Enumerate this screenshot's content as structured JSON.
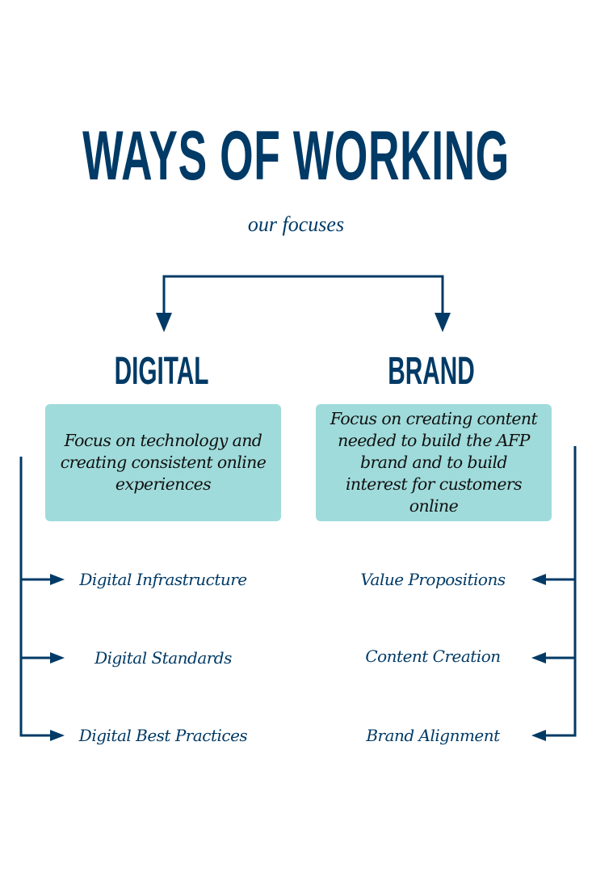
{
  "title": "WAYS OF WORKING",
  "subtitle": "our focuses",
  "colors": {
    "navy": "#003a66",
    "teal": "#a0dbdb"
  },
  "columns": [
    {
      "heading": "DIGITAL",
      "description": "Focus on technology and creating consistent online experiences",
      "items": [
        "Digital Infrastructure",
        "Digital Standards",
        "Digital Best Practices"
      ]
    },
    {
      "heading": "BRAND",
      "description": "Focus on creating content needed to build the AFP brand and to build interest for customers online",
      "items": [
        "Value Propositions",
        "Content Creation",
        "Brand Alignment"
      ]
    }
  ]
}
